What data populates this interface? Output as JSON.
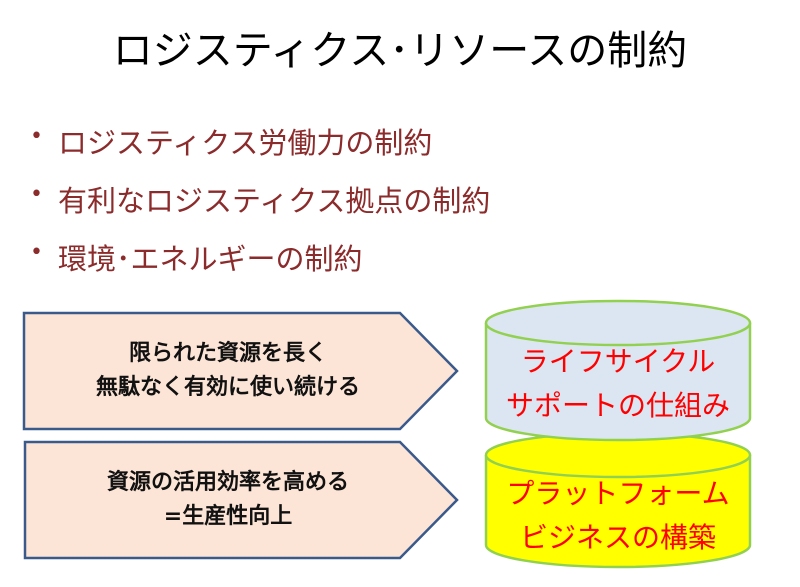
{
  "title": "ロジスティクス･リソースの制約",
  "bullets": [
    "ロジスティクス労働力の制約",
    "有利なロジスティクス拠点の制約",
    "環境･エネルギーの制約"
  ],
  "bullet_glyph": "•",
  "arrows": [
    {
      "line1": "限られた資源を長く",
      "line2": "無駄なく有効に使い続ける"
    },
    {
      "line1": "資源の活用効率を高める",
      "line2": "=生産性向上"
    }
  ],
  "cylinders": [
    {
      "line1": "ライフサイクル",
      "line2": "サポートの仕組み",
      "fill": "#DCE6F2"
    },
    {
      "line1": "プラットフォーム",
      "line2": "ビジネスの構築",
      "fill": "#FFFF00"
    }
  ],
  "colors": {
    "bullet_text": "#8B2B2B",
    "arrow_fill": "#FCE4D6",
    "arrow_border": "#3A5A8C",
    "cylinder_border": "#92D050",
    "cylinder_text": "#FF0000"
  }
}
